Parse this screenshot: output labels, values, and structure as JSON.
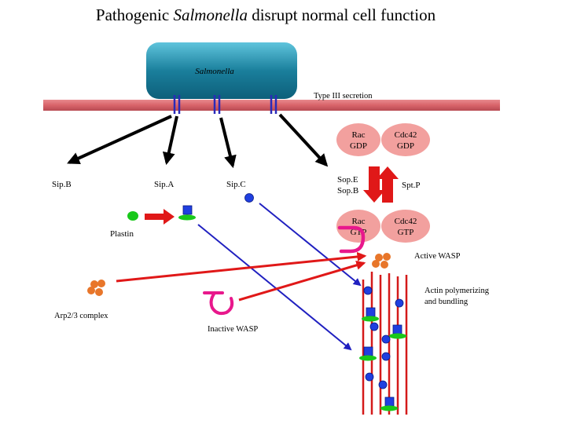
{
  "title": {
    "prefix": "Pathogenic ",
    "italic": "Salmonella",
    "suffix": " disrupt normal cell function"
  },
  "labels": {
    "salmonella": "Salmonella",
    "type_iii": "Type III secretion",
    "rac_gdp_1": "Rac",
    "rac_gdp_2": "GDP",
    "cdc42_gdp_1": "Cdc42",
    "cdc42_gdp_2": "GDP",
    "sipb": "Sip.B",
    "sipa": "Sip.A",
    "sipc": "Sip.C",
    "sope_1": "Sop.E",
    "sope_2": "Sop.B",
    "sptp": "Spt.P",
    "rac_gtp_1": "Rac",
    "rac_gtp_2": "GTP",
    "cdc42_gtp_1": "Cdc42",
    "cdc42_gtp_2": "GTP",
    "plastin": "Plastin",
    "active_wasp": "Active WASP",
    "actin_1": "Actin polymerizing",
    "actin_2": "and bundling",
    "arp23": "Arp2/3 complex",
    "inactive_wasp": "Inactive WASP"
  },
  "colors": {
    "membrane": "#d9646a",
    "bacterium": "#1a7f9c",
    "gtpase": "#f2a09e",
    "arrow_red": "#e01818",
    "arrow_blue": "#2020c0",
    "arrow_black": "#000000",
    "wasp": "#e8188c",
    "arp": "#e8762a",
    "green": "#18c81a",
    "blue": "#1f3fe0",
    "filament": "#d41a1a"
  }
}
